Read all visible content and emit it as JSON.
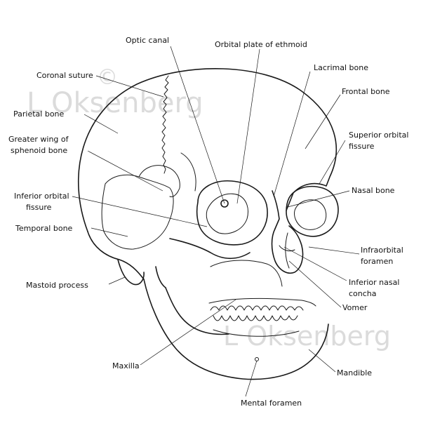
{
  "labels": {
    "optic_canal": "Optic canal",
    "orbital_plate": "Orbital plate of ethmoid",
    "lacrimal_bone": "Lacrimal bone",
    "frontal_bone": "Frontal bone",
    "superior_orbital_1": "Superior orbital",
    "superior_orbital_2": "fissure",
    "nasal_bone": "Nasal bone",
    "infraorbital_1": "Infraorbital",
    "infraorbital_2": "foramen",
    "inferior_nasal_1": "Inferior nasal",
    "inferior_nasal_2": "concha",
    "vomer": "Vomer",
    "mandible": "Mandible",
    "mental_foramen": "Mental foramen",
    "maxilla": "Maxilla",
    "mastoid_process": "Mastoid process",
    "temporal_bone": "Temporal bone",
    "inferior_orbital_1": "Inferior orbital",
    "inferior_orbital_2": "fissure",
    "greater_wing_1": "Greater wing of",
    "greater_wing_2": "sphenoid bone",
    "parietal_bone": "Parietal bone",
    "coronal_suture": "Coronal suture"
  },
  "watermark": {
    "copyright": "©",
    "author_top": "L Oksenberg",
    "author_bottom": "L Oksenberg"
  },
  "colors": {
    "ink": "#1a1a1a",
    "watermark": "#bfbfbf"
  }
}
